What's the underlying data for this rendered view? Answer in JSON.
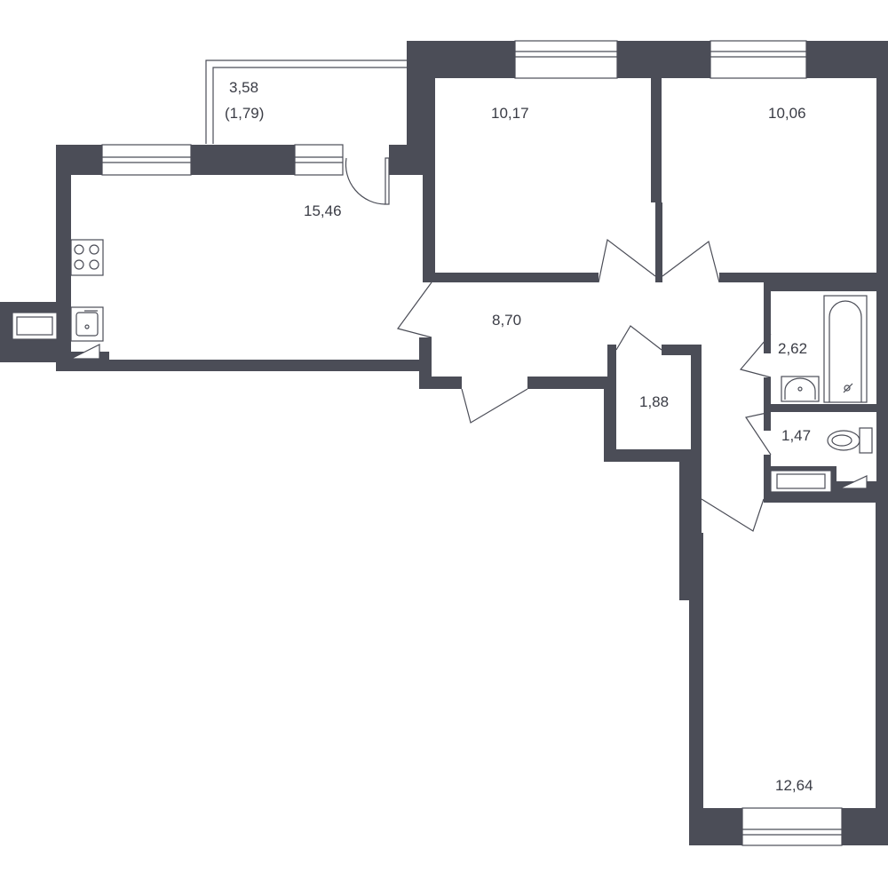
{
  "rooms": {
    "balcony": {
      "area": "3,58",
      "area_reduced": "(1,79)"
    },
    "kitchen_living": {
      "area": "15,46"
    },
    "bedroom_1": {
      "area": "10,17"
    },
    "bedroom_2": {
      "area": "10,06"
    },
    "hallway": {
      "area": "8,70"
    },
    "storage": {
      "area": "1,88"
    },
    "bathroom": {
      "area": "2,62"
    },
    "toilet": {
      "area": "1,47"
    },
    "bedroom_3": {
      "area": "12,64"
    }
  },
  "colors": {
    "wall": "#4b4d57",
    "background": "#ffffff",
    "text": "#3a3c45"
  }
}
